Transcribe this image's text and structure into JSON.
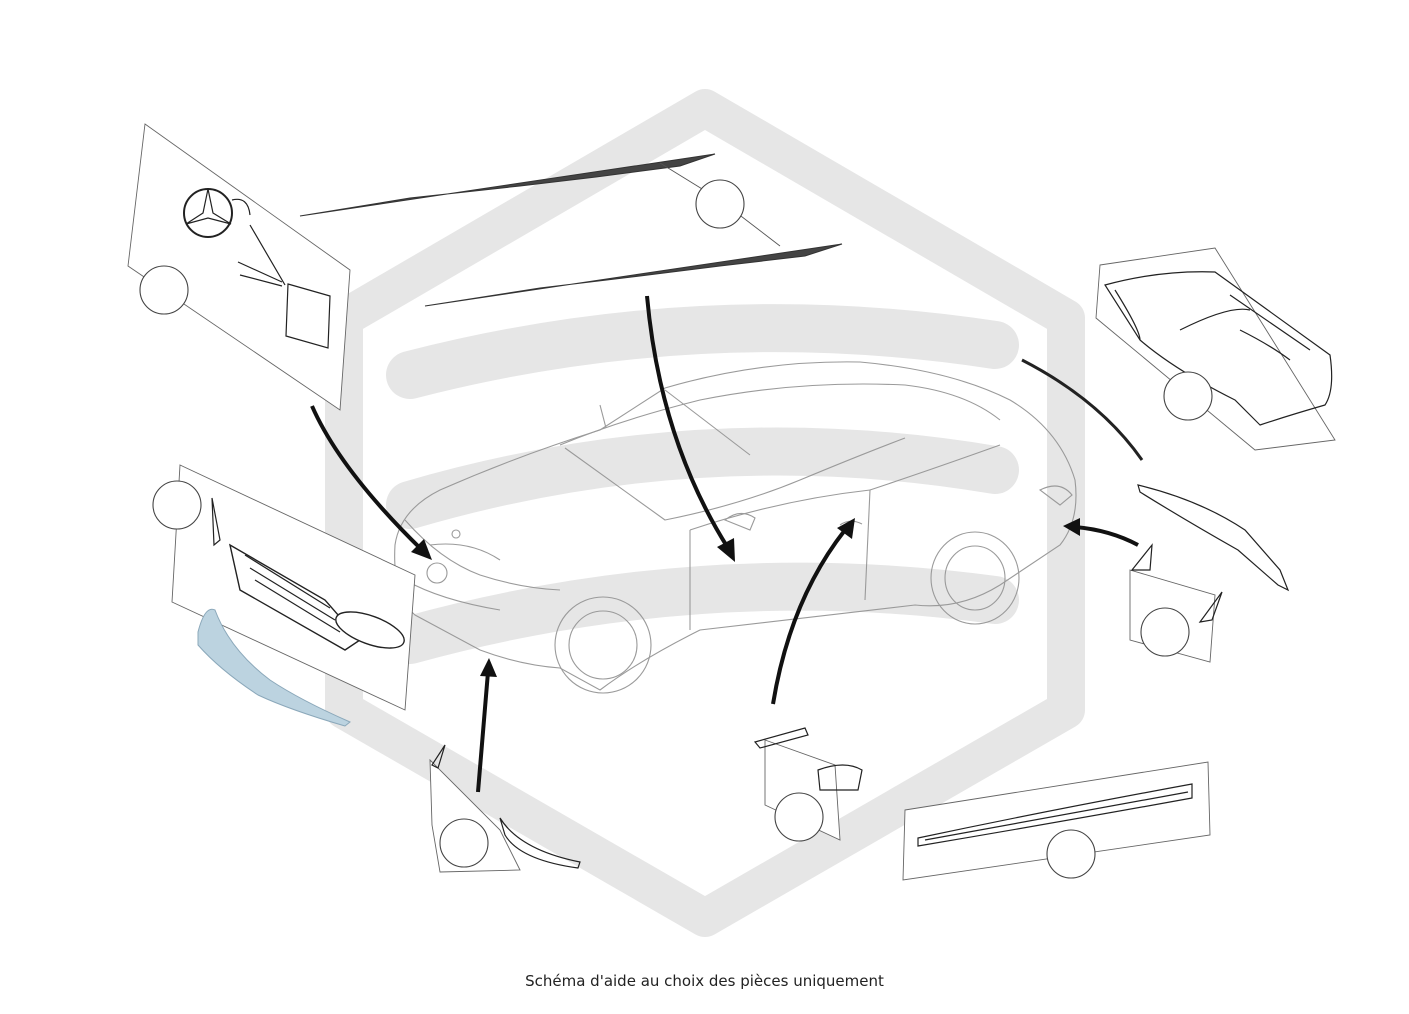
{
  "caption": "Schéma d'aide au choix des pièces uniquement",
  "watermark": {
    "color": "#e6e6e6"
  },
  "colors": {
    "lines": "#222222",
    "car": "#9a9a9a",
    "lip_spoiler": "#bcd3e0"
  },
  "part_groups": [
    {
      "name": "emblem-distronic-group",
      "icon": "star-emblem-radar-icon"
    },
    {
      "name": "hood-stripes-group",
      "icon": "hood-stripes-icon"
    },
    {
      "name": "rear-bumper-group",
      "icon": "rear-bumper-icon"
    },
    {
      "name": "front-grille-group",
      "icon": "front-grille-icon"
    },
    {
      "name": "rear-diffuser-group",
      "icon": "rear-diffuser-icon"
    },
    {
      "name": "front-air-intake-group",
      "icon": "front-air-intake-icon"
    },
    {
      "name": "fender-vent-group",
      "icon": "fender-vent-icon"
    },
    {
      "name": "side-skirt-group",
      "icon": "side-skirt-icon"
    }
  ]
}
